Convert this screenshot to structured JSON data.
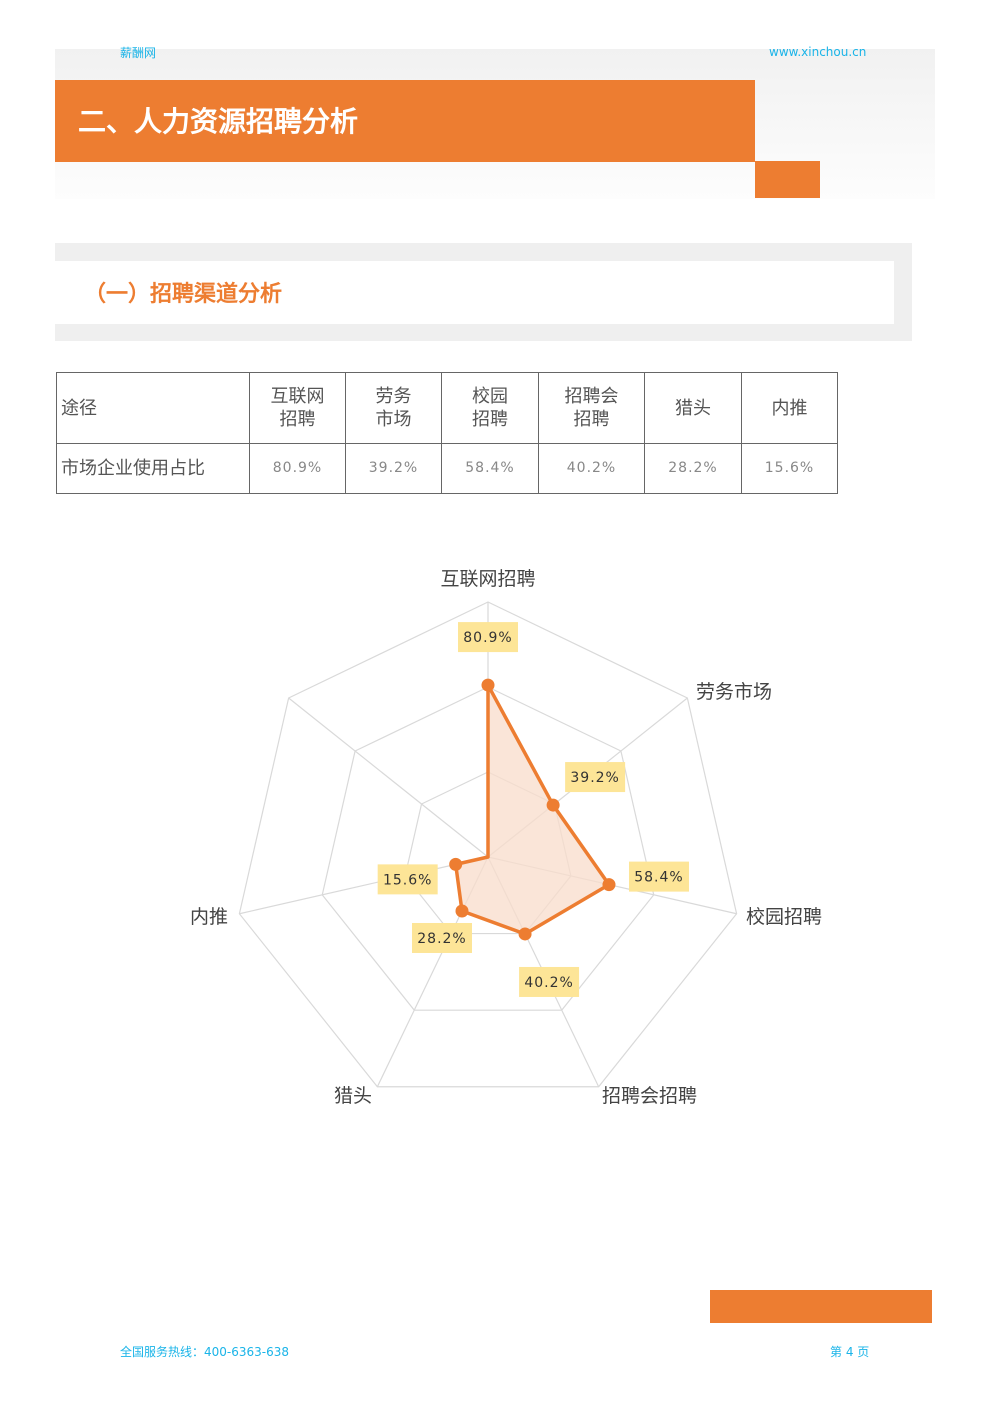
{
  "header": {
    "brand": "薪酬网",
    "url": "www.xinchou.cn",
    "title": "二、人力资源招聘分析",
    "accent": "#ed7d31"
  },
  "section": {
    "title": "（一）招聘渠道分析"
  },
  "table": {
    "row_headers": [
      "途径",
      "市场企业使用占比"
    ],
    "columns": [
      [
        "互联网",
        "招聘"
      ],
      [
        "劳务",
        "市场"
      ],
      [
        "校园",
        "招聘"
      ],
      [
        "招聘会",
        "招聘"
      ],
      [
        "猎头",
        ""
      ],
      [
        "内推",
        ""
      ]
    ],
    "values": [
      "80.9%",
      "39.2%",
      "58.4%",
      "40.2%",
      "28.2%",
      "15.6%"
    ]
  },
  "chart_data": {
    "type": "radar",
    "categories": [
      "互联网招聘",
      "劳务市场",
      "校园招聘",
      "招聘会招聘",
      "猎头",
      "内推"
    ],
    "values": [
      80.9,
      39.2,
      58.4,
      40.2,
      28.2,
      15.6
    ],
    "data_labels": [
      "80.9%",
      "39.2%",
      "58.4%",
      "40.2%",
      "28.2%",
      "15.6%"
    ],
    "axis_count": 7,
    "rmax": 120,
    "rings": 3,
    "line_color": "#ed7d31",
    "fill_color": "#f8dccb",
    "label_bg": "#fde597"
  },
  "footer": {
    "hotline": "全国服务热线：400-6363-638",
    "page": "第 4 页"
  }
}
